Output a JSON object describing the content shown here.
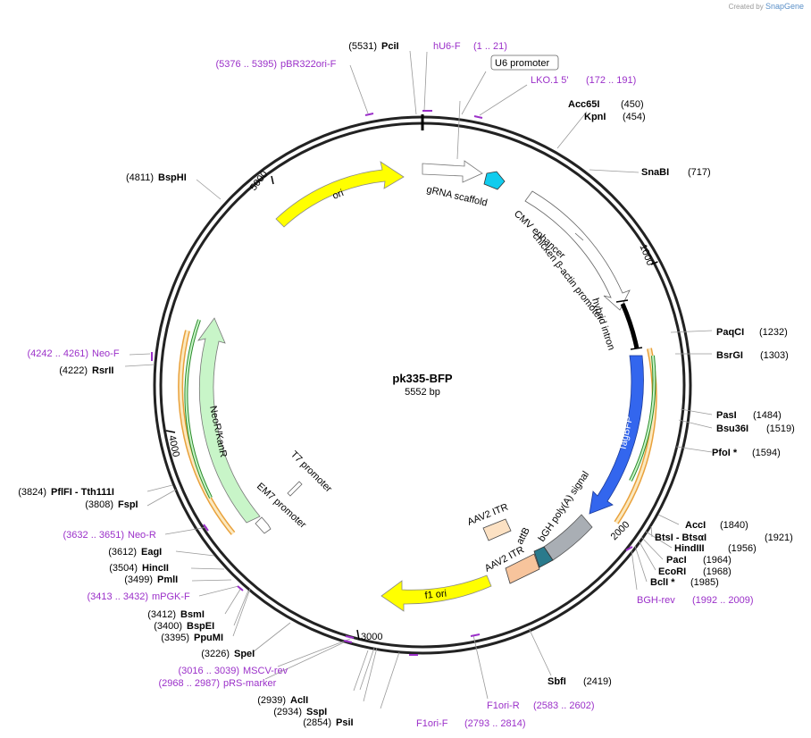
{
  "credit": {
    "prefix": "Created by",
    "brand": "SnapGene"
  },
  "plasmid": {
    "name": "pk335-BFP",
    "length": "5552 bp"
  },
  "tick_labels": [
    "1000",
    "2000",
    "3000",
    "4000",
    "5000"
  ],
  "features": [
    {
      "key": "ori",
      "label": "ori",
      "color": "#ffff00"
    },
    {
      "key": "grna",
      "label": "gRNA scaffold",
      "color": "#ffffff"
    },
    {
      "key": "cmv",
      "label": "CMV enhancer",
      "color": "#ffffff"
    },
    {
      "key": "cba",
      "label": "chicken β-actin promoter",
      "color": "#ffffff"
    },
    {
      "key": "hybrid",
      "label": "hybrid intron",
      "color": "#000000"
    },
    {
      "key": "tagbfp",
      "label": "TagBFP",
      "color": "#3366ee"
    },
    {
      "key": "bgh",
      "label": "bGH poly(A) signal",
      "color": "#a9aeb4"
    },
    {
      "key": "attb",
      "label": "attB",
      "color": "#2a7a8c"
    },
    {
      "key": "itr2",
      "label": "AAV2 ITR",
      "color": "#f7c49c"
    },
    {
      "key": "itr1",
      "label": "AAV2 ITR",
      "color": "#fce1c3"
    },
    {
      "key": "f1ori",
      "label": "f1 ori",
      "color": "#ffff00"
    },
    {
      "key": "neo",
      "label": "NeoR/KanR",
      "color": "#c8f5c8"
    },
    {
      "key": "em7",
      "label": "EM7 promoter",
      "color": "#ffffff"
    },
    {
      "key": "t7",
      "label": "T7 promoter",
      "color": "#ffffff"
    },
    {
      "key": "u6",
      "label": "U6 promoter",
      "color": "#ffffff"
    }
  ],
  "sites": [
    {
      "name": "PciI",
      "pos": "(5531)"
    },
    {
      "name": "Acc65I",
      "pos": "(450)"
    },
    {
      "name": "KpnI",
      "pos": "(454)"
    },
    {
      "name": "SnaBI",
      "pos": "(717)"
    },
    {
      "name": "PaqCI",
      "pos": "(1232)"
    },
    {
      "name": "BsrGI",
      "pos": "(1303)"
    },
    {
      "name": "PasI",
      "pos": "(1484)"
    },
    {
      "name": "Bsu36I",
      "pos": "(1519)"
    },
    {
      "name": "PfoI *",
      "pos": "(1594)"
    },
    {
      "name": "AccI",
      "pos": "(1840)"
    },
    {
      "name": "BtsI - BtsαI",
      "pos": "(1921)"
    },
    {
      "name": "HindIII",
      "pos": "(1956)"
    },
    {
      "name": "PacI",
      "pos": "(1964)"
    },
    {
      "name": "EcoRI",
      "pos": "(1968)"
    },
    {
      "name": "BclI *",
      "pos": "(1985)"
    },
    {
      "name": "SbfI",
      "pos": "(2419)"
    },
    {
      "name": "PsiI",
      "pos": "(2854)"
    },
    {
      "name": "SspI",
      "pos": "(2934)"
    },
    {
      "name": "AclI",
      "pos": "(2939)"
    },
    {
      "name": "SpeI",
      "pos": "(3226)"
    },
    {
      "name": "PpuMI",
      "pos": "(3395)"
    },
    {
      "name": "BspEI",
      "pos": "(3400)"
    },
    {
      "name": "BsmI",
      "pos": "(3412)"
    },
    {
      "name": "PmlI",
      "pos": "(3499)"
    },
    {
      "name": "HincII",
      "pos": "(3504)"
    },
    {
      "name": "EagI",
      "pos": "(3612)"
    },
    {
      "name": "FspI",
      "pos": "(3808)"
    },
    {
      "name": "PflFI - Tth111I",
      "pos": "(3824)"
    },
    {
      "name": "RsrII",
      "pos": "(4222)"
    },
    {
      "name": "BspHI",
      "pos": "(4811)"
    }
  ],
  "primers": [
    {
      "name": "hU6-F",
      "range": "(1 .. 21)"
    },
    {
      "name": "pBR322ori-F",
      "range": "(5376 .. 5395)"
    },
    {
      "name": "LKO.1 5'",
      "range": "(172 .. 191)"
    },
    {
      "name": "BGH-rev",
      "range": "(1992 .. 2009)"
    },
    {
      "name": "F1ori-R",
      "range": "(2583 .. 2602)"
    },
    {
      "name": "F1ori-F",
      "range": "(2793 .. 2814)"
    },
    {
      "name": "pRS-marker",
      "range": "(2968 .. 2987)"
    },
    {
      "name": "MSCV-rev",
      "range": "(3016 .. 3039)"
    },
    {
      "name": "mPGK-F",
      "range": "(3413 .. 3432)"
    },
    {
      "name": "Neo-R",
      "range": "(3632 .. 3651)"
    },
    {
      "name": "Neo-F",
      "range": "(4242 .. 4261)"
    }
  ]
}
